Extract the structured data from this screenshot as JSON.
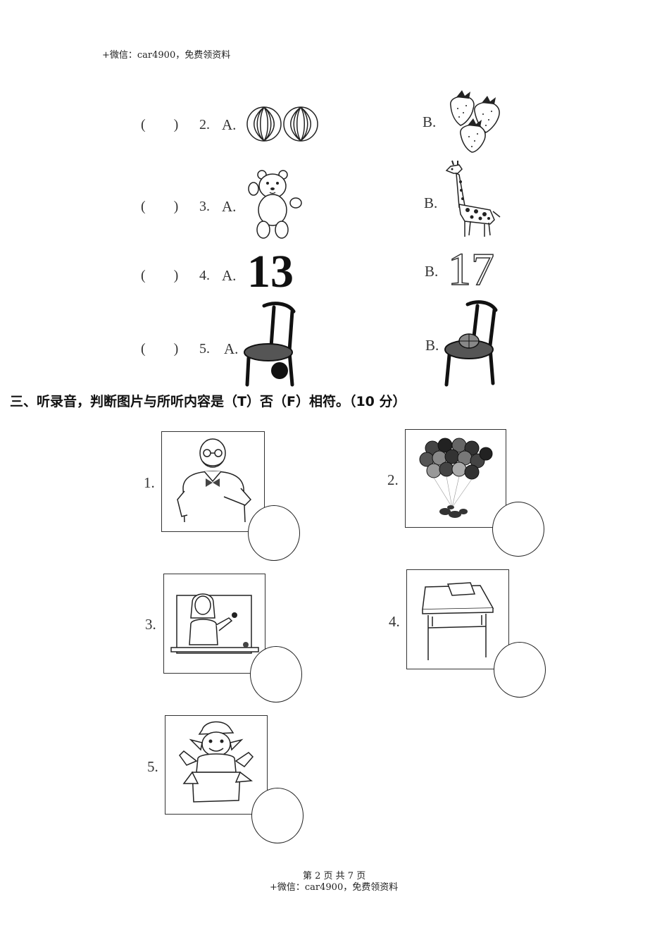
{
  "header": {
    "watermark": "+微信：car4900，免费领资料"
  },
  "choice_questions": [
    {
      "number": "2.",
      "paren": "(        )",
      "a_label": "A.",
      "b_label": "B.",
      "a_picture": "watermelons-icon",
      "b_picture": "strawberries-icon"
    },
    {
      "number": "3.",
      "paren": "(        )",
      "a_label": "A.",
      "b_label": "B.",
      "a_picture": "teddy-bear-icon",
      "b_picture": "giraffe-icon"
    },
    {
      "number": "4.",
      "paren": "(        )",
      "a_label": "A.",
      "b_label": "B.",
      "a_value": "13",
      "b_value": "17"
    },
    {
      "number": "5.",
      "paren": "(        )",
      "a_label": "A.",
      "b_label": "B.",
      "a_picture": "chair-ball-under-icon",
      "b_picture": "chair-ball-on-icon"
    }
  ],
  "section3": {
    "title": "三、听录音，判断图片与所听内容是（T）否（F）相符。（10 分）",
    "items": [
      {
        "number": "1.",
        "picture": "grandpa-icon"
      },
      {
        "number": "2.",
        "picture": "balloons-icon"
      },
      {
        "number": "3.",
        "picture": "teacher-icon"
      },
      {
        "number": "4.",
        "picture": "desk-icon"
      },
      {
        "number": "5.",
        "picture": "boy-in-box-icon"
      }
    ]
  },
  "footer": {
    "page": "第 2 页 共 7 页",
    "watermark": "+微信：car4900，免费领资料"
  }
}
